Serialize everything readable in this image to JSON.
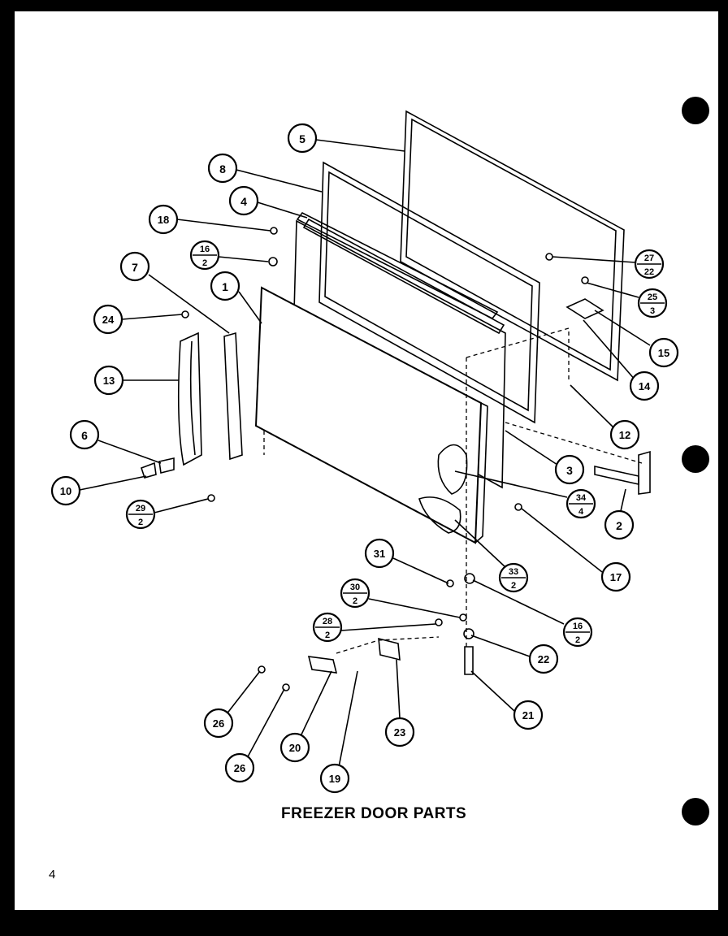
{
  "title": "FREEZER DOOR PARTS",
  "page_number": "4",
  "callouts": [
    {
      "id": "c5",
      "top": "5"
    },
    {
      "id": "c8",
      "top": "8"
    },
    {
      "id": "c4",
      "top": "4"
    },
    {
      "id": "c18",
      "top": "18"
    },
    {
      "id": "c16a",
      "top": "16",
      "bottom": "2"
    },
    {
      "id": "c7",
      "top": "7"
    },
    {
      "id": "c1",
      "top": "1"
    },
    {
      "id": "c24",
      "top": "24"
    },
    {
      "id": "c13",
      "top": "13"
    },
    {
      "id": "c6",
      "top": "6"
    },
    {
      "id": "c10",
      "top": "10"
    },
    {
      "id": "c29",
      "top": "29",
      "bottom": "2"
    },
    {
      "id": "c27",
      "top": "27",
      "bottom": "22"
    },
    {
      "id": "c25",
      "top": "25",
      "bottom": "3"
    },
    {
      "id": "c15",
      "top": "15"
    },
    {
      "id": "c14",
      "top": "14"
    },
    {
      "id": "c12",
      "top": "12"
    },
    {
      "id": "c3",
      "top": "3"
    },
    {
      "id": "c34",
      "top": "34",
      "bottom": "4"
    },
    {
      "id": "c2",
      "top": "2"
    },
    {
      "id": "c17",
      "top": "17"
    },
    {
      "id": "c33",
      "top": "33",
      "bottom": "2"
    },
    {
      "id": "c31",
      "top": "31"
    },
    {
      "id": "c30",
      "top": "30",
      "bottom": "2"
    },
    {
      "id": "c28",
      "top": "28",
      "bottom": "2"
    },
    {
      "id": "c16b",
      "top": "16",
      "bottom": "2"
    },
    {
      "id": "c22",
      "top": "22"
    },
    {
      "id": "c21",
      "top": "21"
    },
    {
      "id": "c23",
      "top": "23"
    },
    {
      "id": "c26a",
      "top": "26"
    },
    {
      "id": "c26b",
      "top": "26"
    },
    {
      "id": "c20",
      "top": "20"
    },
    {
      "id": "c19",
      "top": "19"
    }
  ]
}
